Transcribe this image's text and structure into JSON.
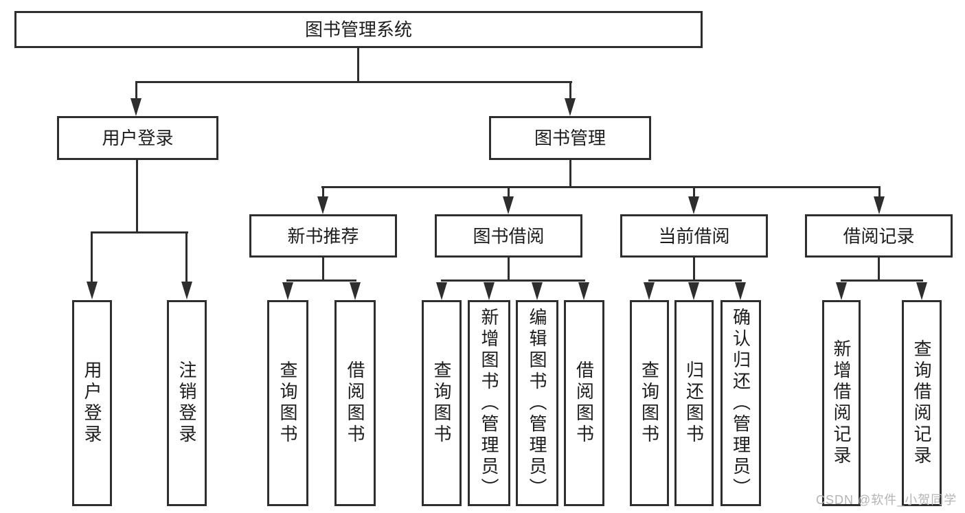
{
  "root": {
    "label": "图书管理系统"
  },
  "level2": {
    "user_login": {
      "label": "用户登录"
    },
    "book_mgmt": {
      "label": "图书管理"
    }
  },
  "level3": {
    "new_books": {
      "label": "新书推荐"
    },
    "book_borrow": {
      "label": "图书借阅"
    },
    "current_borrow": {
      "label": "当前借阅"
    },
    "borrow_records": {
      "label": "借阅记录"
    }
  },
  "leaves": {
    "user_login": [
      "用户登录",
      "注销登录"
    ],
    "new_books": [
      "查询图书",
      "借阅图书"
    ],
    "book_borrow": [
      "查询图书",
      "新增图书（管理员）",
      "编辑图书（管理员）",
      "借阅图书"
    ],
    "current_borrow": [
      "查询图书",
      "归还图书",
      "确认归还（管理员）"
    ],
    "borrow_records": [
      "新增借阅记录",
      "查询借阅记录"
    ]
  },
  "watermark": {
    "label": "CSDN @软件_小贺同学",
    "color": "#b4b4b4"
  },
  "colors": {
    "line": "#2e2e2e",
    "text": "#1c1c1c",
    "background": "#ffffff"
  }
}
